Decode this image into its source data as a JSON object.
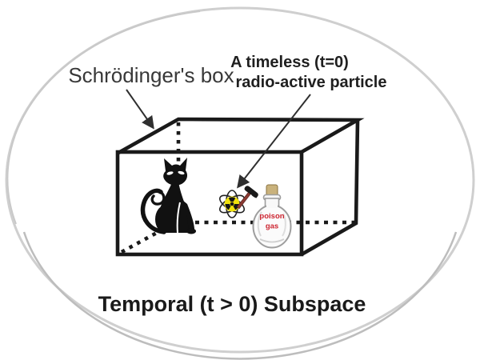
{
  "labels": {
    "box_label": "Schrödinger's box",
    "particle_label_line1": "A timeless (t=0)",
    "particle_label_line2": "radio-active particle",
    "subspace_label": "Temporal (t > 0) Subspace",
    "bottle_label_line1": "poison",
    "bottle_label_line2": "gas"
  },
  "icons": {
    "cat": "cat-icon",
    "atom": "atom-icon",
    "radiation": "radiation-trefoil-icon",
    "hammer": "hammer-icon",
    "bottle": "poison-bottle-icon",
    "arrow": "arrow-pointer-icon"
  },
  "colors": {
    "box_line": "#1a1a1a",
    "ellipse_border": "#cfcfcf",
    "ellipse_border_dark": "#bdbdbd",
    "plain_label_text": "#383838",
    "bold_label_text": "#1f1f1f",
    "radiation_yellow": "#f0e10c",
    "poison_text_red": "#cc2430",
    "cork_tan": "#c9b27c",
    "hammer_handle_maroon": "#8a3a32",
    "cat_black": "#111111",
    "glass_stroke": "#9e9e9e"
  }
}
